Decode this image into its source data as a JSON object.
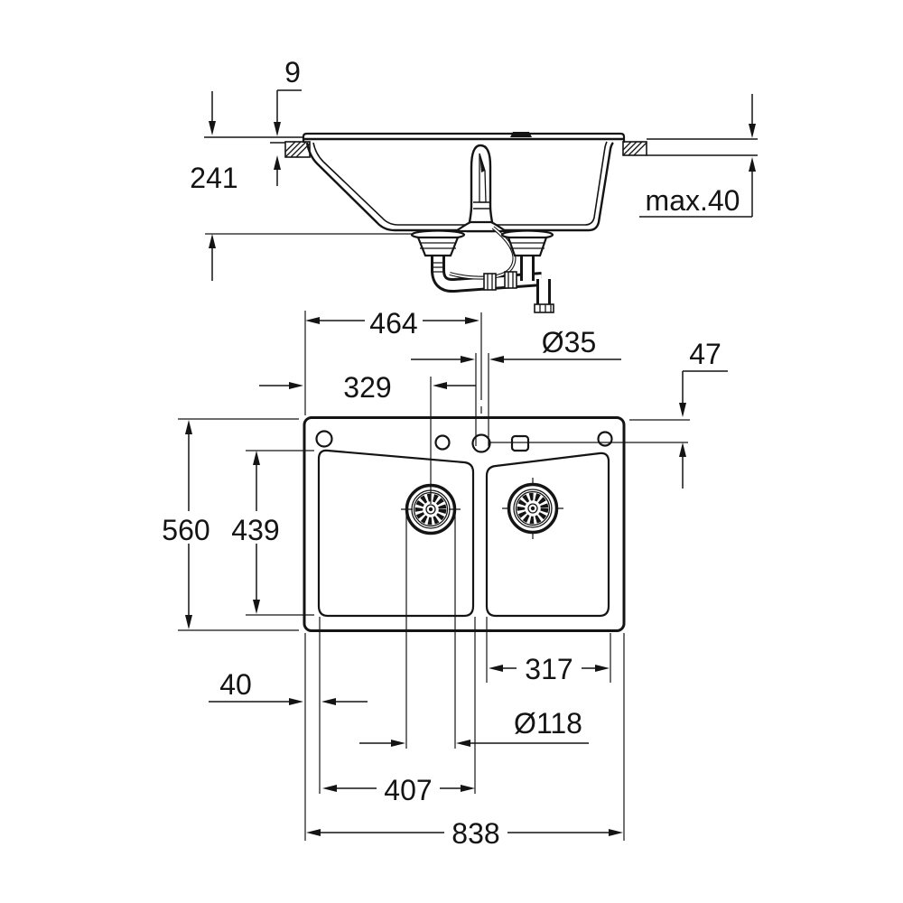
{
  "drawing": {
    "type": "kitchen sink installation technical drawing",
    "background_color": "#ffffff",
    "line_color": "#141414",
    "views": [
      "side section view",
      "top plan view"
    ]
  },
  "side_view": {
    "dimensions": {
      "rim_above_counter": "9",
      "total_depth": "241",
      "countertop_thickness": "max.40"
    }
  },
  "plan_view": {
    "dimensions": {
      "left_edge_to_faucet_center": "464",
      "faucet_hole_diameter": "Ø35",
      "top_edge_to_hole_axis": "47",
      "left_edge_to_drain_center": "329",
      "overall_depth": "560",
      "bowl_inner_depth": "439",
      "edge_to_bowl_offset": "40",
      "right_bowl_inner_width": "317",
      "drain_diameter": "Ø118",
      "left_bowl_drain_span": "407",
      "overall_width": "838"
    }
  }
}
